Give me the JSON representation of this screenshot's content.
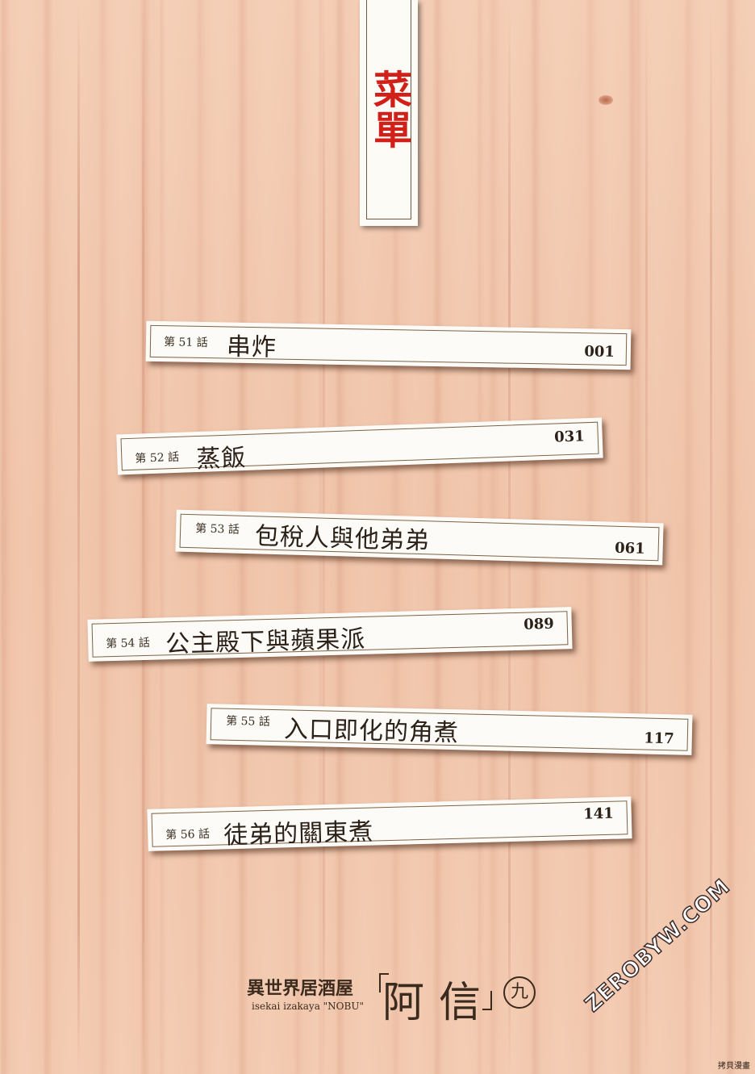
{
  "menu_title": "菜單",
  "chapters": [
    {
      "label": "第 51 話",
      "title": "串炸",
      "page": "001"
    },
    {
      "label": "第 52 話",
      "title": "蒸飯",
      "page": "031"
    },
    {
      "label": "第 53 話",
      "title": "包稅人與他弟弟",
      "page": "061"
    },
    {
      "label": "第 54 話",
      "title": "公主殿下與蘋果派",
      "page": "089"
    },
    {
      "label": "第 55 話",
      "title": "入口即化的角煮",
      "page": "117"
    },
    {
      "label": "第 56 話",
      "title": "徒弟的關東煮",
      "page": "141"
    }
  ],
  "logo": {
    "jp_title": "異世界居酒屋",
    "romaji": "isekai izakaya \"NOBU\"",
    "nobu": "阿信",
    "volume": "九"
  },
  "watermark": "ZEROBYW.COM",
  "watermark_small": "拷貝漫畫"
}
